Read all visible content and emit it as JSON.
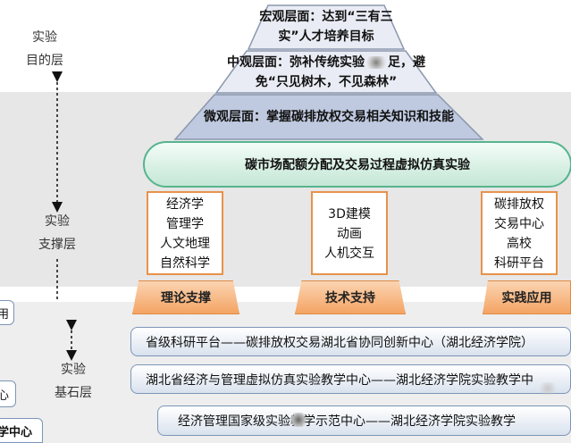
{
  "tiers": [
    {
      "line1": "实验",
      "line2": "目的层"
    },
    {
      "line1": "实验",
      "line2": "支撑层"
    },
    {
      "line1": "实验",
      "line2": "基石层"
    }
  ],
  "pyramid": {
    "macro": {
      "line1": "宏观层面：达到“三有三",
      "line2": "实”人才培养目标"
    },
    "meso": {
      "line1": "中观层面：弥补传统实验",
      "line1b": "足，避",
      "line2": "免“只见树木，不见森林”"
    },
    "micro": {
      "line1": "微观层面：掌握碳排放权交易相关知识和技能"
    }
  },
  "core_experiment": "碳市场配额分配及交易过程虚拟仿真实验",
  "pillars": [
    {
      "lines": [
        "经济学",
        "管理学",
        "人文地理",
        "自然科学"
      ]
    },
    {
      "lines": [
        "3D建模",
        "动画",
        "人机交互"
      ]
    },
    {
      "lines": [
        "碳排放权",
        "交易中心",
        "高校",
        "科研平台"
      ]
    }
  ],
  "supports": [
    "理论支撑",
    "技术支持",
    "实践应用"
  ],
  "platforms": [
    "省级科研平台——碳排放权交易湖北省协同创新中心（湖北经济学院）",
    "湖北省经济与管理虚拟仿真实验教学中心——湖北经济学院实验教学中",
    "经济管理国家级实验教学示范中心——湖北经济学院实验教学"
  ],
  "left_fragments": [
    "用",
    "心",
    "学中心"
  ],
  "colors": {
    "band": "#e7e7e7",
    "pyramid_fill": "#e9ecf4",
    "pyramid_border": "#8a97ad",
    "micro_fill": "#bfc9df",
    "core_border": "#56b48e",
    "pillar_border": "#e8924a",
    "support_fill": "#f4a463",
    "platform_border": "#7b95b8"
  }
}
